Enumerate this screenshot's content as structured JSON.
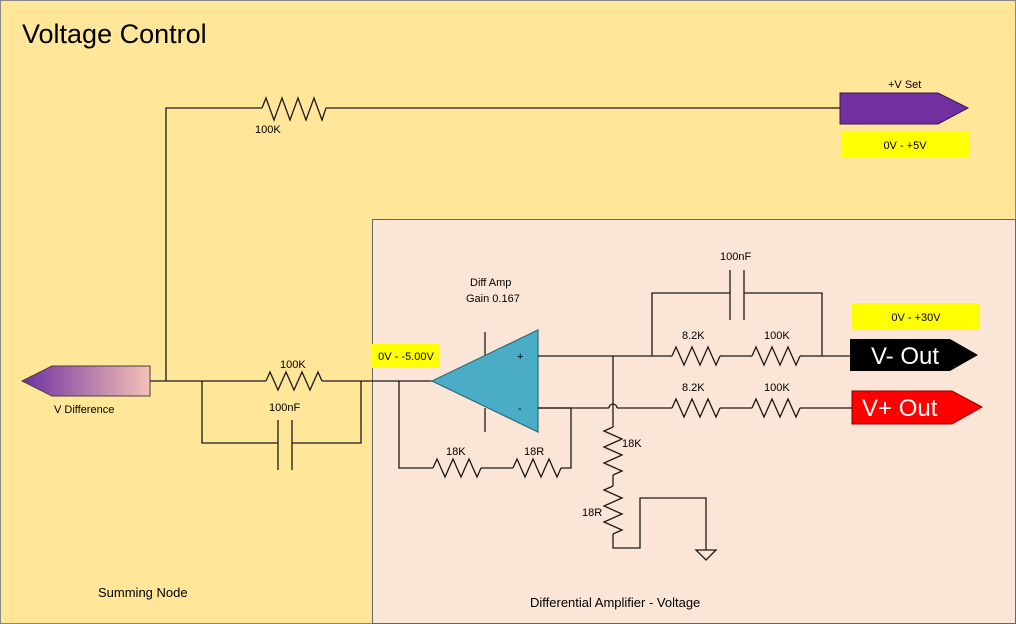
{
  "title": "Voltage Control",
  "regions": {
    "summing": "Summing Node",
    "diff": "Differential Amplifier - Voltage"
  },
  "ports": {
    "v_set": "+V Set",
    "v_difference": "V Difference",
    "v_minus_out": "V- Out",
    "v_plus_out": "V+ Out"
  },
  "notes": {
    "v_set_range": "0V - +5V",
    "diff_in_range": "0V - -5.00V",
    "out_range": "0V - +30V"
  },
  "opamp": {
    "name": "Diff Amp",
    "gain": "Gain 0.167",
    "plus": "+",
    "minus": "-"
  },
  "components": {
    "r_top": "100K",
    "r_sum": "100K",
    "c_sum": "100nF",
    "c_fb": "100nF",
    "r_top_a": "8.2K",
    "r_top_b": "100K",
    "r_bot_a": "8.2K",
    "r_bot_b": "100K",
    "r_fb_a": "18K",
    "r_fb_b": "18R",
    "r_div_a": "18K",
    "r_div_b": "18R"
  },
  "colors": {
    "outer_bg": "#FFE699",
    "inner_bg": "#FBE5D6",
    "opamp_fill": "#4BACC6",
    "v_set_fill": "#7030A0",
    "note_fill": "#FFFF00",
    "v_minus_fill": "#000000",
    "v_plus_fill": "#FF0000"
  }
}
